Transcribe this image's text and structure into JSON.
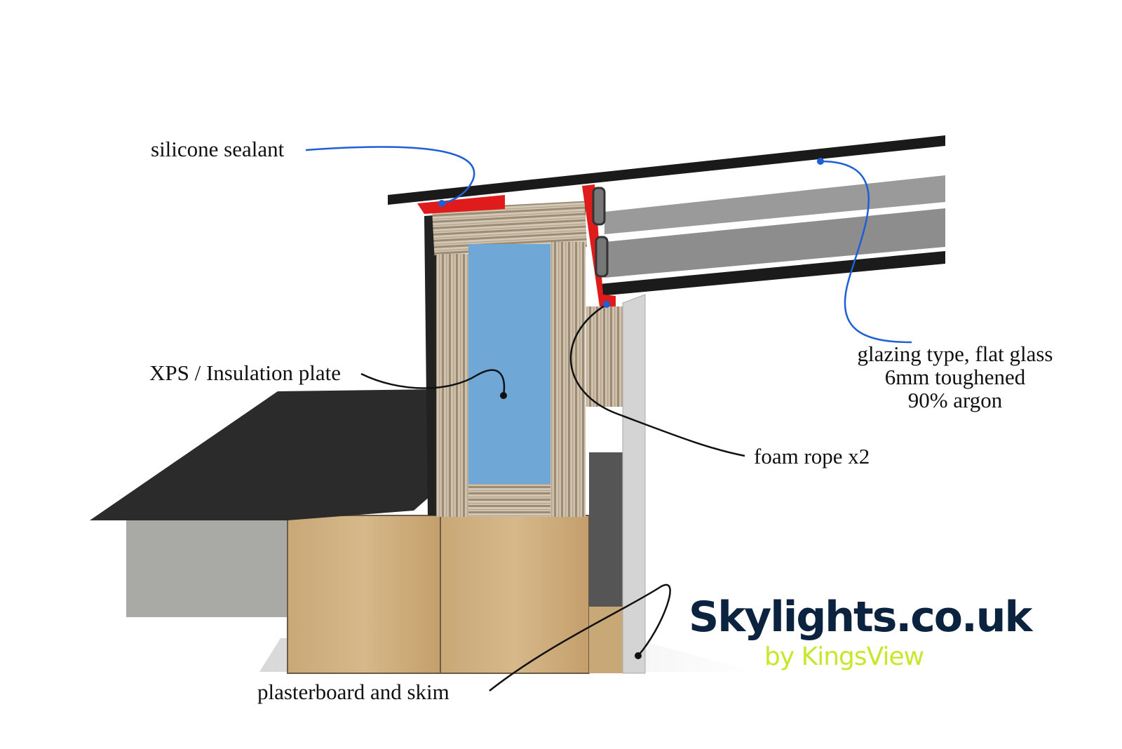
{
  "labels": {
    "silicone_sealant": "silicone sealant",
    "xps_insulation": "XPS / Insulation plate",
    "glazing_line1": "glazing type, flat glass",
    "glazing_line2": "6mm toughened",
    "glazing_line3": "90% argon",
    "foam_rope": "foam rope x2",
    "plasterboard": "plasterboard and skim"
  },
  "logo": {
    "name": "Skylights.co.uk",
    "tagline": "by KingsView"
  },
  "colors": {
    "leader_blue": "#1f5fd6",
    "gasket_red": "#e01b1b",
    "insulation_blue": "#6fa8d6",
    "logo_navy": "#0c2340",
    "logo_lime": "#c6e82a"
  }
}
